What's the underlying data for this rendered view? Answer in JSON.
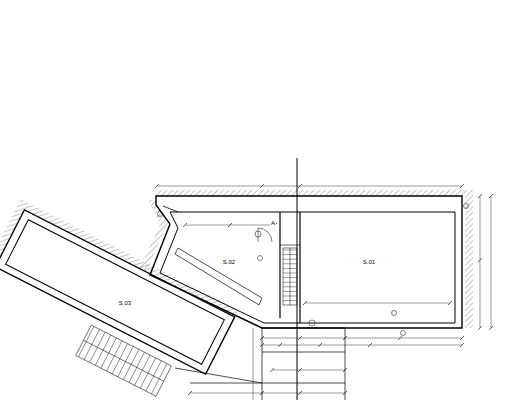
{
  "diagram": {
    "nodes": [
      {
        "text": [
          "S.02"
        ]
      },
      {
        "text": [
          "S.01"
        ]
      },
      {
        "text": [
          "S.03"
        ]
      }
    ],
    "labels": [
      "A"
    ]
  }
}
